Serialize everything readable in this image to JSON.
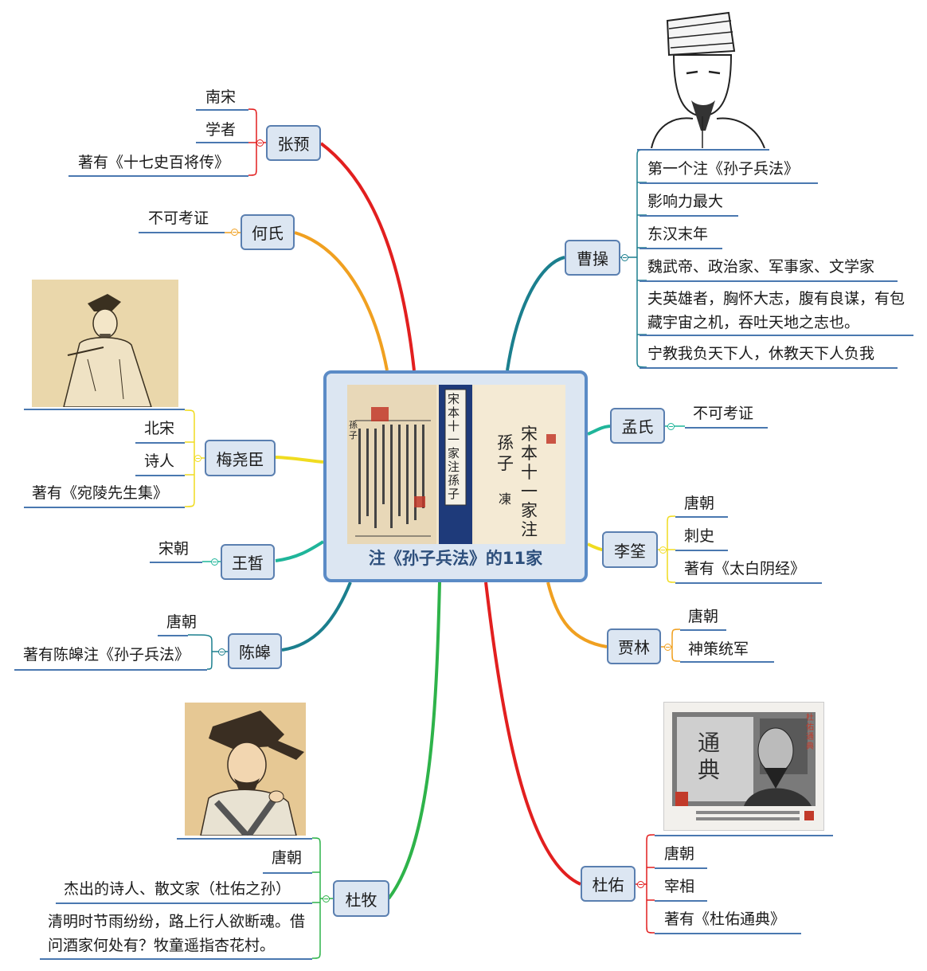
{
  "central": {
    "title": "注《孙子兵法》的11家"
  },
  "book_cover": {
    "spine_text": "宋本十一家注孫子",
    "cover_text": "宋本十一家注",
    "cover_name": "孫子",
    "cover_small": "凍",
    "left_page_label": "孫子"
  },
  "branches": {
    "zhangyu": {
      "name": "张预",
      "color": "#e21f1f",
      "items": [
        "南宋",
        "学者",
        "著有《十七史百将传》"
      ]
    },
    "heshi": {
      "name": "何氏",
      "color": "#f0a020",
      "items": [
        "不可考证"
      ]
    },
    "meiyaochen": {
      "name": "梅尧臣",
      "color": "#f0dc20",
      "items": [
        "北宋",
        "诗人",
        "著有《宛陵先生集》"
      ]
    },
    "wangxi": {
      "name": "王皙",
      "color": "#1fb59a",
      "items": [
        "宋朝"
      ]
    },
    "chenhao": {
      "name": "陈皞",
      "color": "#1b7f8e",
      "items": [
        "唐朝",
        "著有陈皞注《孙子兵法》"
      ]
    },
    "dumu": {
      "name": "杜牧",
      "color": "#2eb34a",
      "items": [
        "唐朝",
        "杰出的诗人、散文家（杜佑之孙）",
        "清明时节雨纷纷，路上行人欲断魂。借问酒家何处有？牧童遥指杏花村。"
      ]
    },
    "caocao": {
      "name": "曹操",
      "color": "#1b7f8e",
      "items": [
        "第一个注《孙子兵法》",
        "影响力最大",
        "东汉末年",
        "魏武帝、政治家、军事家、文学家",
        "夫英雄者，胸怀大志，腹有良谋，有包藏宇宙之机，吞吐天地之志也。",
        "宁教我负天下人，休教天下人负我"
      ]
    },
    "mengshi": {
      "name": "孟氏",
      "color": "#1fb59a",
      "items": [
        "不可考证"
      ]
    },
    "liquan": {
      "name": "李筌",
      "color": "#f0dc20",
      "items": [
        "唐朝",
        "刺史",
        "著有《太白阴经》"
      ]
    },
    "jialin": {
      "name": "贾林",
      "color": "#f0a020",
      "items": [
        "唐朝",
        "神策统军"
      ]
    },
    "duyou": {
      "name": "杜佑",
      "color": "#e21f1f",
      "items": [
        "唐朝",
        "宰相",
        "著有《杜佑通典》"
      ]
    }
  },
  "portraits": {
    "duyou": {
      "title_text": "通典",
      "caption_text": "杜佑通典"
    }
  },
  "colors": {
    "node_fill": "#dce6f2",
    "node_border": "#5a7fb0",
    "underline": "#4a78b0",
    "center_title": "#2d4f7c"
  }
}
